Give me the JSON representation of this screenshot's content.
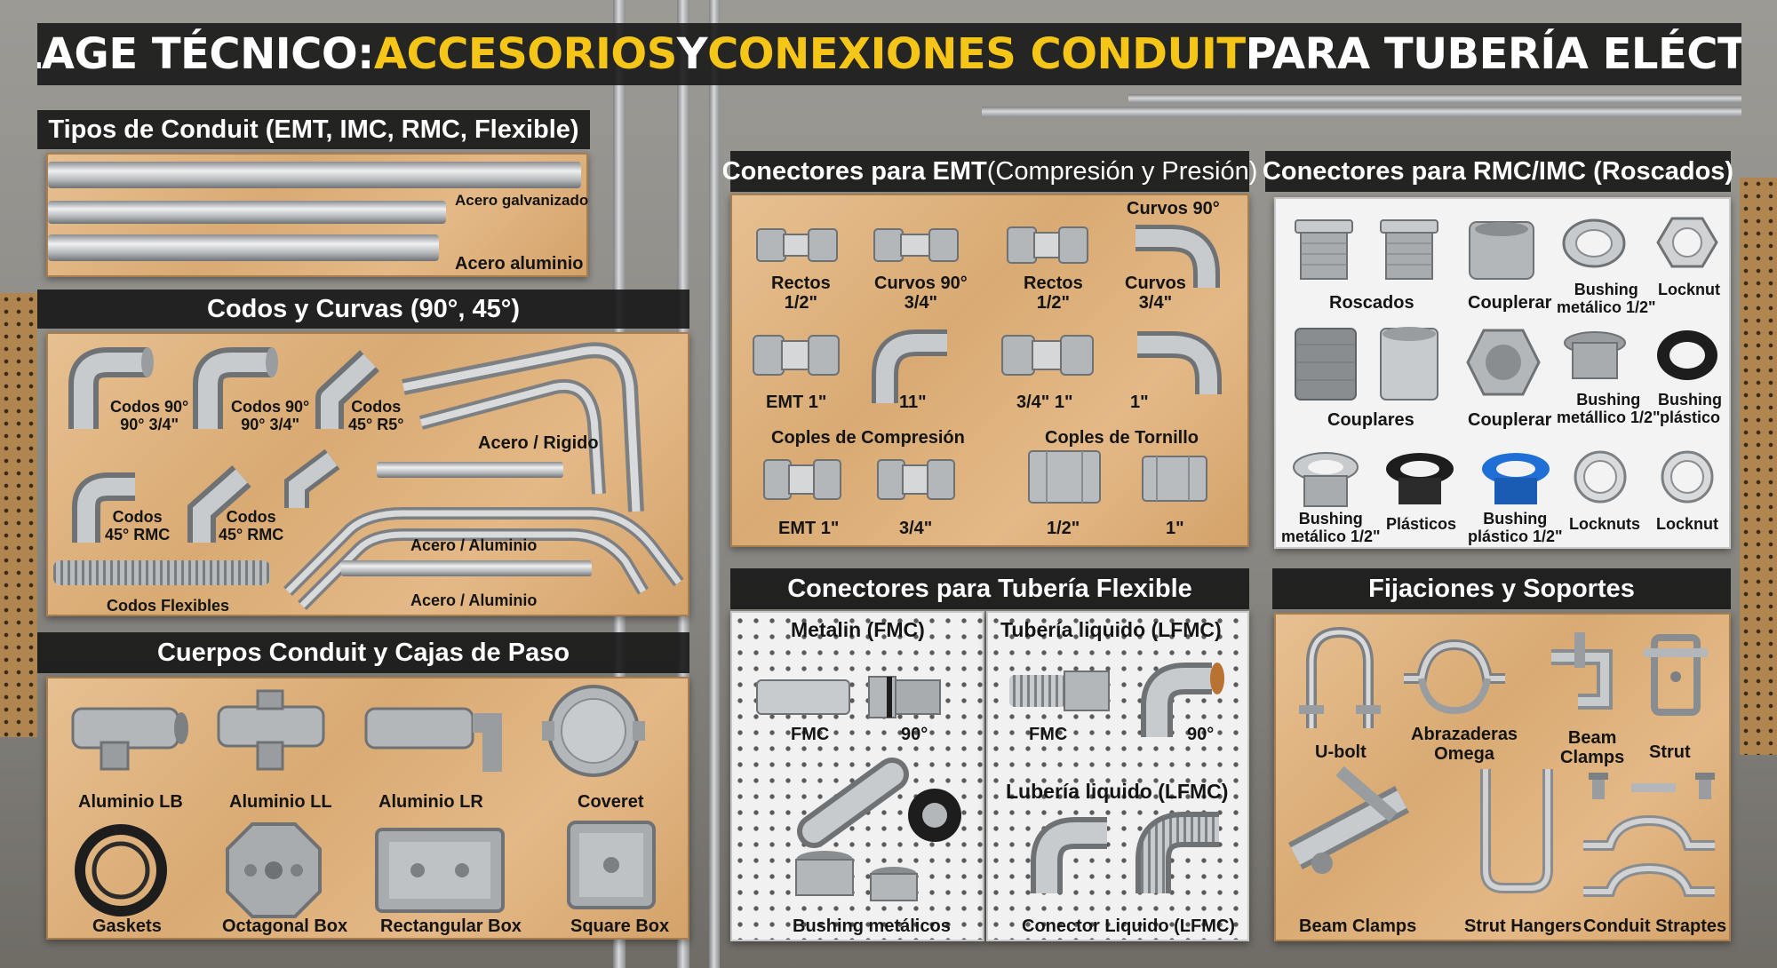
{
  "header": {
    "title_part1": "COLLAGE TÉCNICO: ",
    "title_part2": "ACCESORIOS",
    "title_part3": " Y ",
    "title_part4": "CONEXIONES CONDUIT",
    "title_part5": " PARA TUBERÍA ELÉCTRICA"
  },
  "colors": {
    "title_highlight": "#f5c518",
    "title_bar": "#161616",
    "wood": "#deb07a"
  },
  "tipos": {
    "title": "Tipos de Conduit (EMT, IMC, RMC, Flexible)",
    "labels": [
      "Acero galvanizado",
      "Acero aluminio"
    ]
  },
  "codos": {
    "title": "Codos y Curvas (90°, 45°)",
    "labels": [
      "Codos 90°\n90° 3/4\"",
      "Codos 90°\n90° 3/4\"",
      "Codos\n45° R5°",
      "Acero / Rigido",
      "Codos\n45° RMC",
      "Codos\n45° RMC",
      "Acero / Aluminio",
      "Acero / Aluminio",
      "Codos Flexibles"
    ]
  },
  "cuerpos": {
    "title": "Cuerpos Conduit y Cajas de Paso",
    "labels": [
      "Aluminio LB",
      "Aluminio LL",
      "Aluminio LR",
      "Coveret",
      "Gaskets",
      "Octagonal Box",
      "Rectangular Box",
      "Square Box"
    ]
  },
  "emt": {
    "title_main": "Conectores para EMT",
    "title_light": " (Compresión y Presión)",
    "labels_row1": [
      "Rectos\n1/2\"",
      "Curvos 90°\n3/4\"",
      "Rectos\n1/2\"",
      "Curvos\n3/4\""
    ],
    "label_top_right": "Curvos 90°",
    "labels_row2": [
      "EMT 1\"",
      "11\"",
      "3/4\" 1\"",
      "1\""
    ],
    "sub_left": "Coples de Compresión",
    "sub_right": "Coples de Tornillo",
    "labels_row3": [
      "EMT 1\"",
      "3/4\"",
      "1/2\"",
      "1\""
    ]
  },
  "rmc": {
    "title": "Conectores para RMC/IMC (Roscados)",
    "labels": [
      "Roscados",
      "Couplerar",
      "Bushing\nmetálico 1/2\"",
      "Locknut",
      "Couplares",
      "Couplerar",
      "Bushing\nmetállico 1/2\"",
      "Bushing\nplástico",
      "Bushing\nmetálico 1/2\"",
      "Plásticos",
      "Bushing\nplástico 1/2\"",
      "Locknuts",
      "Locknut"
    ]
  },
  "flexible": {
    "title": "Conectores para Tubería Flexible",
    "left_sub": "Metalin (FMC)",
    "left_labels": [
      "FMC",
      "90°",
      "Bushing metálicos"
    ],
    "right_sub": "Tubería liquido (LFMC)",
    "right_labels": [
      "FMC",
      "90°"
    ],
    "right_sub2": "Lubería liquido (LFMC)",
    "right_label_bottom": "Conector Liquido (LFMC)"
  },
  "fijaciones": {
    "title": "Fijaciones y Soportes",
    "labels": [
      "U-bolt",
      "Abrazaderas\nOmega",
      "Beam\nClamps",
      "Strut",
      "Beam Clamps",
      "Strut Hangers",
      "Conduit Straptes"
    ]
  }
}
